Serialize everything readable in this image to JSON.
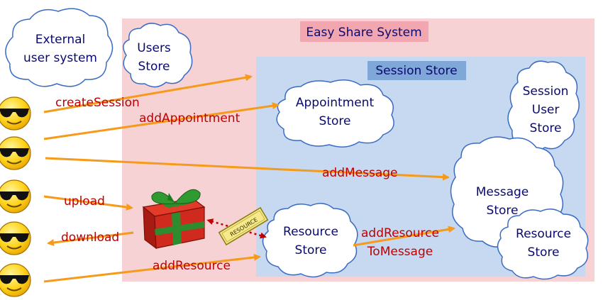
{
  "system": {
    "title": "Easy Share System"
  },
  "session": {
    "title": "Session Store"
  },
  "clouds": {
    "external": [
      "External",
      "user system"
    ],
    "users": [
      "Users",
      "Store"
    ],
    "appointment": [
      "Appointment",
      "Store"
    ],
    "session_user": [
      "Session",
      "User",
      "Store"
    ],
    "message": [
      "Message",
      "Store"
    ],
    "resource_store": [
      "Resource",
      "Store"
    ],
    "resource_inner": [
      "Resource",
      "Store"
    ]
  },
  "arrows": {
    "create_session": "createSession",
    "add_appointment": "addAppointment",
    "add_message": "addMessage",
    "upload": "upload",
    "download": "download",
    "add_resource": "addResource",
    "add_resource_to_message": [
      "addResource",
      "ToMessage"
    ]
  },
  "tag": {
    "text": "RESOURCE"
  },
  "colors": {
    "system_bg": "#f6d2d4",
    "system_title_bg": "#f2a7b0",
    "session_bg": "#c6d9f1",
    "session_title_bg": "#7fa8d8",
    "arrow": "#f59a1a",
    "label_red": "#c00000",
    "text_navy": "#0a0a6e",
    "cloud_stroke": "#3b6cc4"
  },
  "icons": {
    "user": "smiley-sunglasses-icon",
    "gift": "gift-box-icon",
    "tag": "resource-tag-icon"
  }
}
